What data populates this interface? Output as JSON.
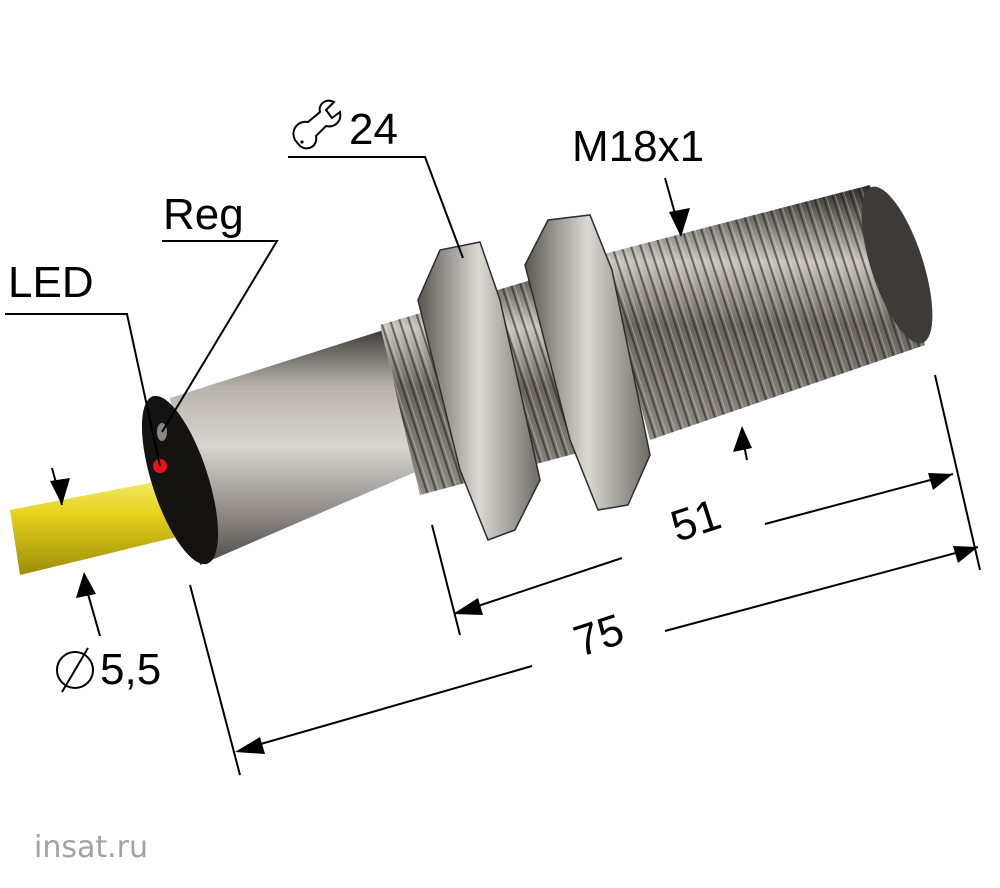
{
  "drawing": {
    "subject": "M18x1 inductive proximity sensor with cable",
    "labels": {
      "led": "LED",
      "reg": "Reg",
      "wrench_size": "24",
      "thread": "M18x1",
      "cable_diameter": "5,5",
      "thread_length": "51",
      "total_length": "75"
    },
    "symbols": {
      "wrench": "wrench-icon",
      "diameter": "diameter-icon"
    },
    "colors": {
      "cable": "#e3d21a",
      "led": "#e8141a",
      "body": "#8e8a86",
      "dimension_lines": "#000000"
    }
  },
  "watermark": "insat.ru"
}
